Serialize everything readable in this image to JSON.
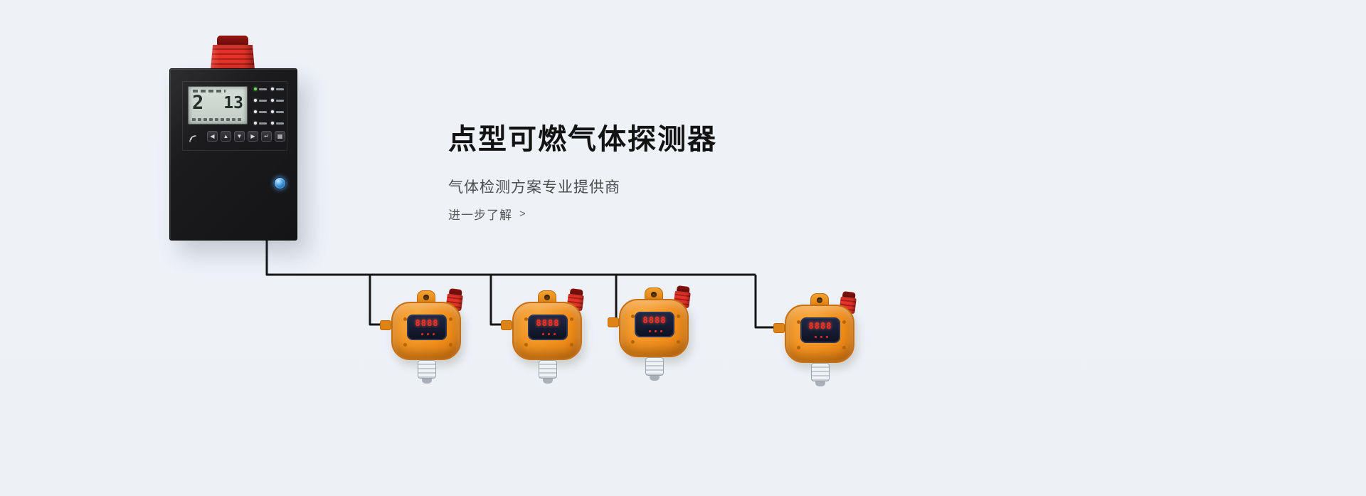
{
  "page": {
    "background": "#eef2f7"
  },
  "hero": {
    "title": "点型可燃气体探测器",
    "subtitle": "气体检测方案专业提供商",
    "cta_label": "进一步了解",
    "cta_arrow": ">"
  },
  "controller": {
    "lcd": {
      "channel_value": "2",
      "reading_value": "13"
    },
    "buttons": [
      "◀",
      "▲",
      "▼",
      "▶",
      "↵",
      "▦"
    ]
  },
  "detectors": [
    {
      "display": "8888"
    },
    {
      "display": "8888"
    },
    {
      "display": "8888"
    },
    {
      "display": "8888"
    }
  ],
  "colors": {
    "accent_orange": "#ef8d1b",
    "alarm_red": "#e63329",
    "panel_black": "#1b1b1d",
    "lcd_green": "#c9d6cf",
    "wire": "#161616",
    "lock_blue": "#3f9ae0"
  }
}
